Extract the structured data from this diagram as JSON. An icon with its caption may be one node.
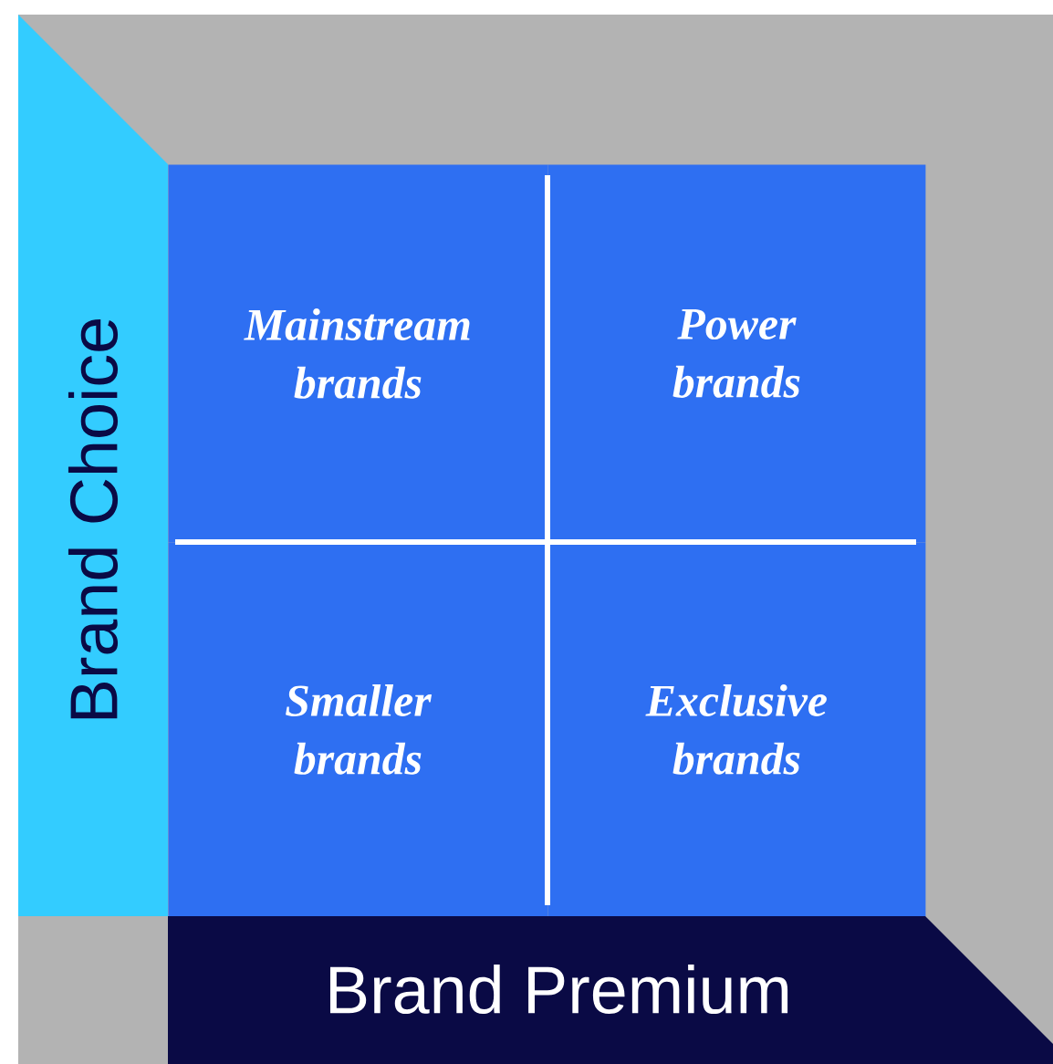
{
  "diagram": {
    "nodes": [
      {
        "text": [
          "Mainstream brands"
        ]
      },
      {
        "text": [
          "Power brands"
        ]
      },
      {
        "text": [
          "Smaller brands"
        ]
      },
      {
        "text": [
          "Exclusive brands"
        ]
      },
      {
        "text": [
          "Brand Choice"
        ]
      },
      {
        "text": [
          "Brand Premium"
        ]
      }
    ]
  }
}
